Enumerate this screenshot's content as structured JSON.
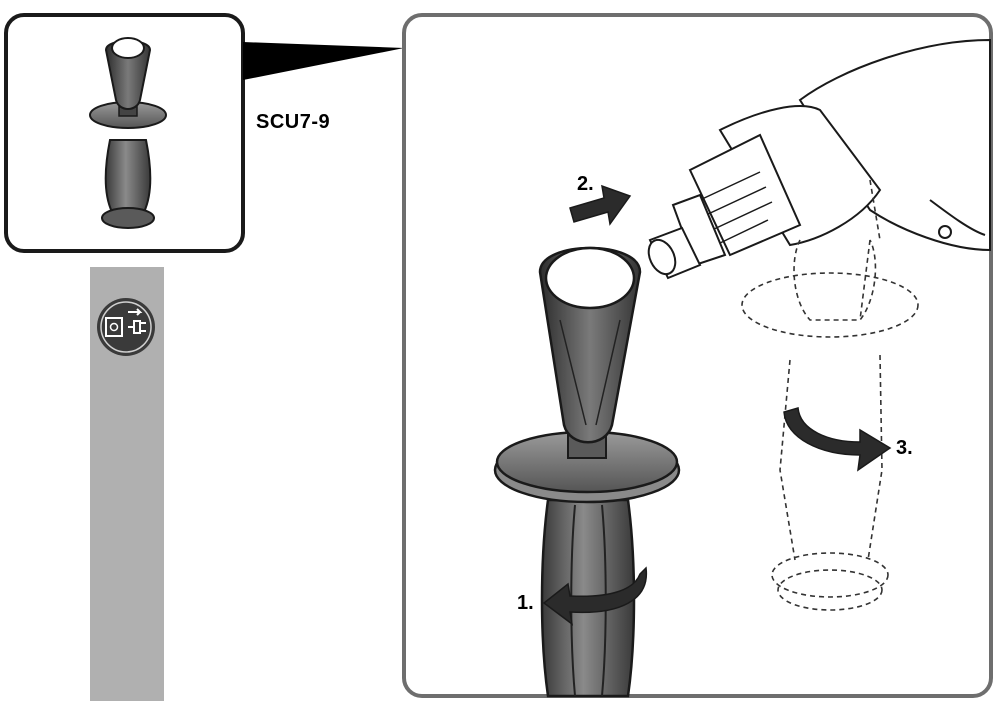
{
  "model": {
    "label": "SCU7-9"
  },
  "steps": [
    {
      "label": "1."
    },
    {
      "label": "2."
    },
    {
      "label": "3."
    }
  ],
  "icons": {
    "unplug": "unplug-power-icon"
  },
  "colors": {
    "frame": "#6e6e6e",
    "sidebar": "#b0b0b0",
    "handle": "#4a4a4a",
    "handle_light": "#9a9a9a",
    "outline": "#1a1a1a"
  }
}
